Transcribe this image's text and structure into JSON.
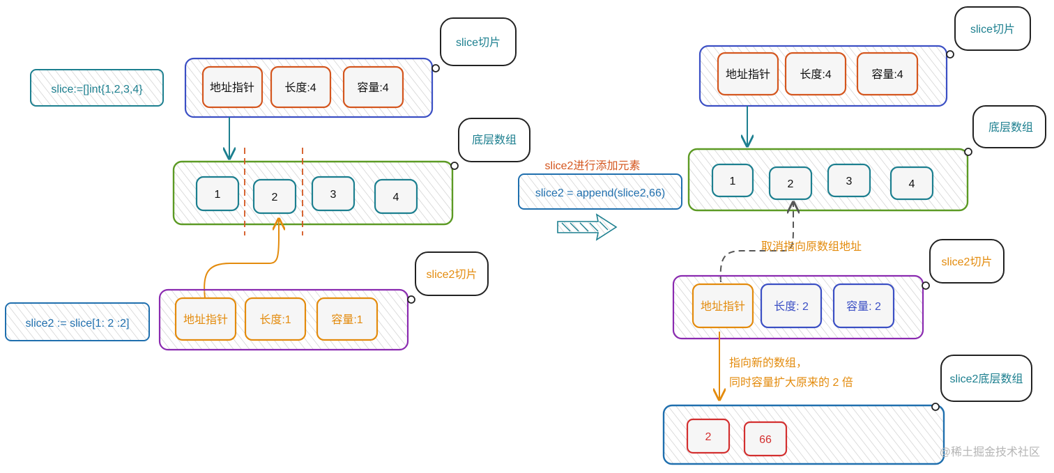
{
  "colors": {
    "blue": "#3b4fc4",
    "orange": "#d4561e",
    "teal": "#1c7f8f",
    "green": "#5c9a24",
    "purple": "#8a2ab0",
    "amber": "#e38b0d",
    "red": "#d32f2f",
    "codeBlue": "#1f6fae",
    "hatch": "#c9c9c9",
    "watermark": "#b5b5b5"
  },
  "left": {
    "code1": "slice:=[]int{1,2,3,4}",
    "slice": {
      "cells": [
        "地址指针",
        "长度:4",
        "容量:4"
      ],
      "bubble": "slice切片"
    },
    "array": {
      "values": [
        "1",
        "2",
        "3",
        "4"
      ],
      "bubble": "底层数组"
    },
    "slice2": {
      "cells": [
        "地址指针",
        "长度:1",
        "容量:1"
      ],
      "bubble": "slice2切片"
    },
    "code2": "slice2 := slice[1: 2 :2]"
  },
  "middle": {
    "caption": "slice2进行添加元素",
    "code": "slice2 = append(slice2,66)"
  },
  "right": {
    "slice": {
      "cells": [
        "地址指针",
        "长度:4",
        "容量:4"
      ],
      "bubble": "slice切片"
    },
    "array": {
      "values": [
        "1",
        "2",
        "3",
        "4"
      ],
      "bubble": "底层数组"
    },
    "cancelNote": "取消指向原数组地址",
    "slice2": {
      "cells": [
        "地址指针",
        "长度: 2",
        "容量: 2"
      ],
      "bubble": "slice2切片"
    },
    "newArrayNote": [
      "指向新的数组，",
      "同时容量扩大原来的 2 倍"
    ],
    "newArray": {
      "values": [
        "2",
        "66"
      ],
      "bubble": "slice2底层数组"
    }
  },
  "watermark": "@稀土掘金技术社区"
}
